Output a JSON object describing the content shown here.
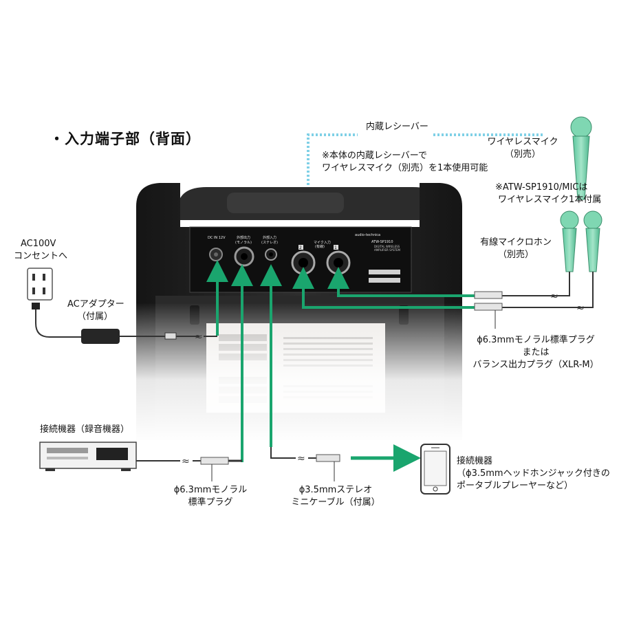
{
  "title": "・入力端子部（背面）",
  "receiver": {
    "label": "内蔵レシーバー",
    "note_line1": "※本体の内蔵レシーバーで",
    "note_line2": "ワイヤレスマイク（別売）を1本使用可能"
  },
  "wireless_mic": {
    "line1": "ワイヤレスマイク",
    "line2": "（別売）",
    "note_line1": "※ATW-SP1910/MICは",
    "note_line2": "ワイヤレスマイク1本付属"
  },
  "wired_mic": {
    "line1": "有線マイクロホン",
    "line2": "（別売）"
  },
  "ac_outlet": {
    "line1": "AC100V",
    "line2": "コンセントへ"
  },
  "ac_adapter": {
    "line1": "ACアダプター",
    "line2": "（付属）"
  },
  "plug_note": {
    "line1": "ϕ6.3mmモノラル標準プラグ",
    "line2": "または",
    "line3": "バランス出力プラグ（XLR-M）"
  },
  "recorder": {
    "label": "接続機器（録音機器）"
  },
  "mono_plug": {
    "line1": "ϕ6.3mmモノラル",
    "line2": "標準プラグ"
  },
  "stereo_cable": {
    "line1": "ϕ3.5mmステレオ",
    "line2": "ミニケーブル（付属）"
  },
  "portable": {
    "line1": "接続機器",
    "line2": "（ϕ3.5mmヘッドホンジャック付きの",
    "line3": "ポータブルプレーヤーなど）"
  },
  "panel": {
    "brand": "audio-technica",
    "model": "ATW-SP1910",
    "sub1": "DIGITAL WIRELESS",
    "sub2": "AMPLIFIER SYSTEM",
    "dc_in": "DC IN 12V",
    "ext_out": "外部出力",
    "ext_out_sub": "(モノラル)",
    "ext_in": "外部入力",
    "ext_in_sub": "(ステレオ)",
    "mic_in": "マイク入力",
    "mic_in_sub": "(有線)",
    "ch2": "2",
    "ch1": "1"
  },
  "colors": {
    "arrow": "#1aa56e",
    "dotted": "#7fd0e6",
    "speaker": "#2b2b2b",
    "mic": "#79d4b0"
  }
}
